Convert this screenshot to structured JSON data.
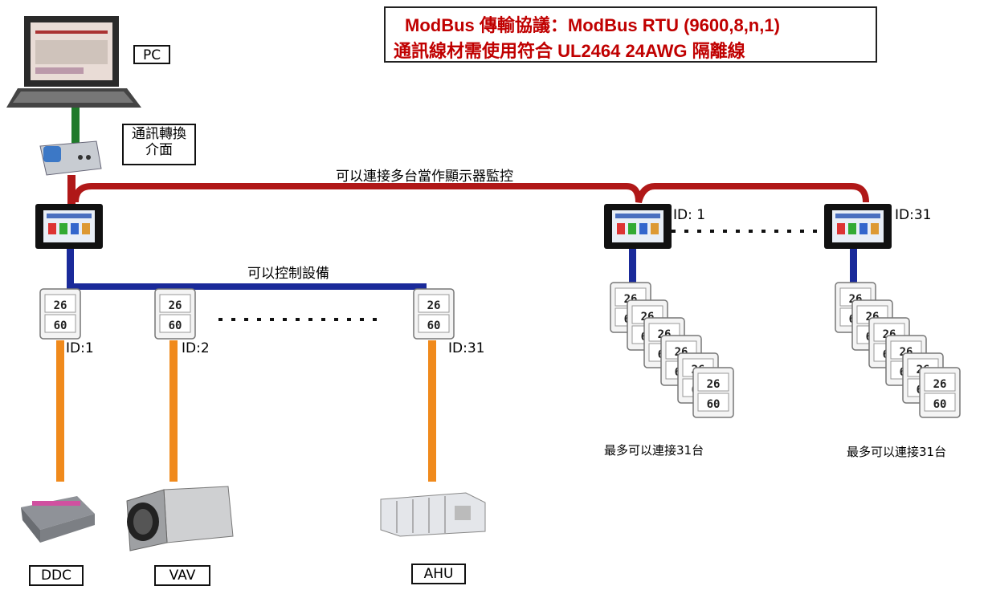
{
  "header": {
    "protocol_line": "ModBus  傳輸協議：ModBus RTU (9600,8,n,1)",
    "cable_line": "通訊線材需使用符合 UL2464 24AWG 隔離線"
  },
  "labels": {
    "pc": "PC",
    "converter_line1": "通訊轉換",
    "converter_line2": "介面",
    "monitor_note": "可以連接多台當作顯示器監控",
    "control_note": "可以控制設備",
    "left_ids": [
      "ID:1",
      "ID:2",
      "ID:31"
    ],
    "display_ids": [
      "ID: 1",
      "ID:31"
    ],
    "max_note_left": "最多可以連接31台",
    "max_note_right": "最多可以連接31台",
    "equipment": [
      "DDC",
      "VAV",
      "AHU"
    ]
  },
  "sensor_readings": {
    "temperature": "26",
    "humidity": "60"
  },
  "colors": {
    "banner_text": "#c00000",
    "monitor_bus": "#b01818",
    "control_bus": "#1a2a9a",
    "equipment_wire": "#f08a1c",
    "pc_link": "#1f7a2a"
  }
}
